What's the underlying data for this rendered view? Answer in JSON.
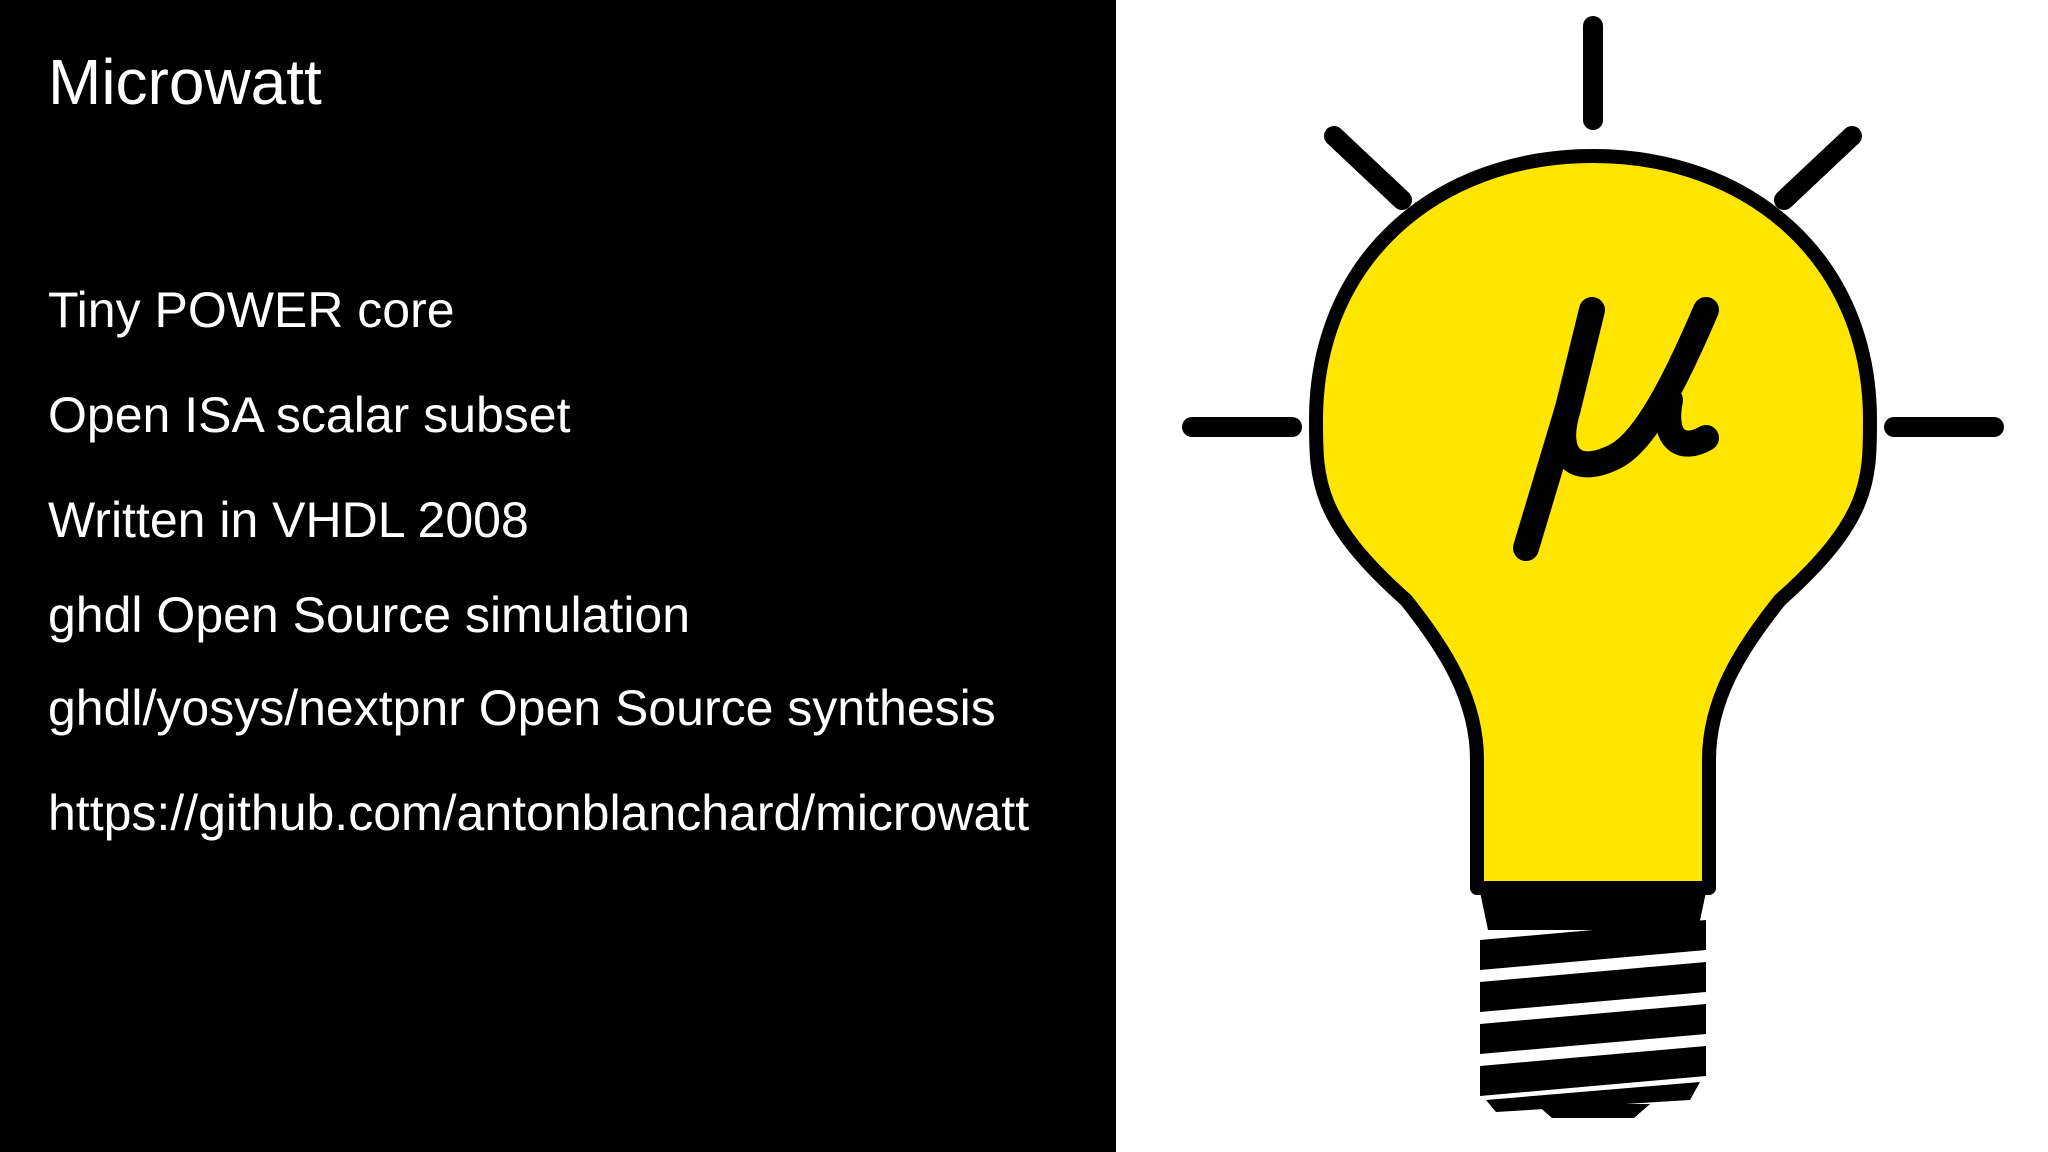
{
  "slide": {
    "title": "Microwatt",
    "bullets": [
      "Tiny POWER core",
      "Open ISA scalar subset",
      "Written in VHDL 2008",
      "ghdl Open Source simulation",
      "ghdl/yosys/nextpnr Open Source synthesis",
      "https://github.com/antonblanchard/microwatt"
    ]
  },
  "logo": {
    "icon": "lightbulb-mu-icon",
    "glyph": "μ",
    "bulb_color": "#ffe600",
    "outline_color": "#000000"
  },
  "colors": {
    "left_background": "#000000",
    "right_background": "#ffffff",
    "text": "#ffffff"
  }
}
